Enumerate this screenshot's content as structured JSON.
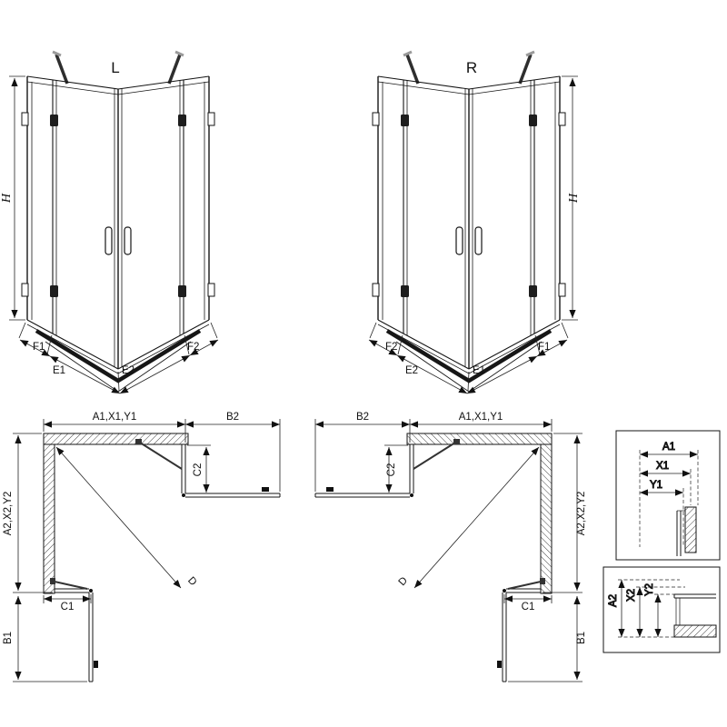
{
  "front_left": {
    "view_label": "L",
    "h": "H",
    "f1": "F1",
    "e1": "E1",
    "e2": "E2",
    "f2": "F2"
  },
  "front_right": {
    "view_label": "R",
    "h": "H",
    "f1": "F1",
    "e1": "E1",
    "e2": "E2",
    "f2": "F2"
  },
  "plan_left": {
    "width_top": "A1,X1,Y1",
    "door_top": "B2",
    "fixed_c2": "C2",
    "depth_side": "A2,X2,Y2",
    "fixed_c1": "C1",
    "door_b1": "B1",
    "diagonal": "D"
  },
  "plan_right": {
    "width_top": "A1,X1,Y1",
    "door_top": "B2",
    "fixed_c2": "C2",
    "depth_side": "A2,X2,Y2",
    "fixed_c1": "C1",
    "door_b1": "B1",
    "diagonal": "D"
  },
  "detail_top": {
    "a1": "A1",
    "x1": "X1",
    "y1": "Y1"
  },
  "detail_bottom": {
    "a2": "A2",
    "x2": "X2",
    "y2": "Y2"
  },
  "colors": {
    "line": "#161616",
    "dimension": "#222222",
    "hatch": "#444444",
    "background": "#ffffff"
  }
}
